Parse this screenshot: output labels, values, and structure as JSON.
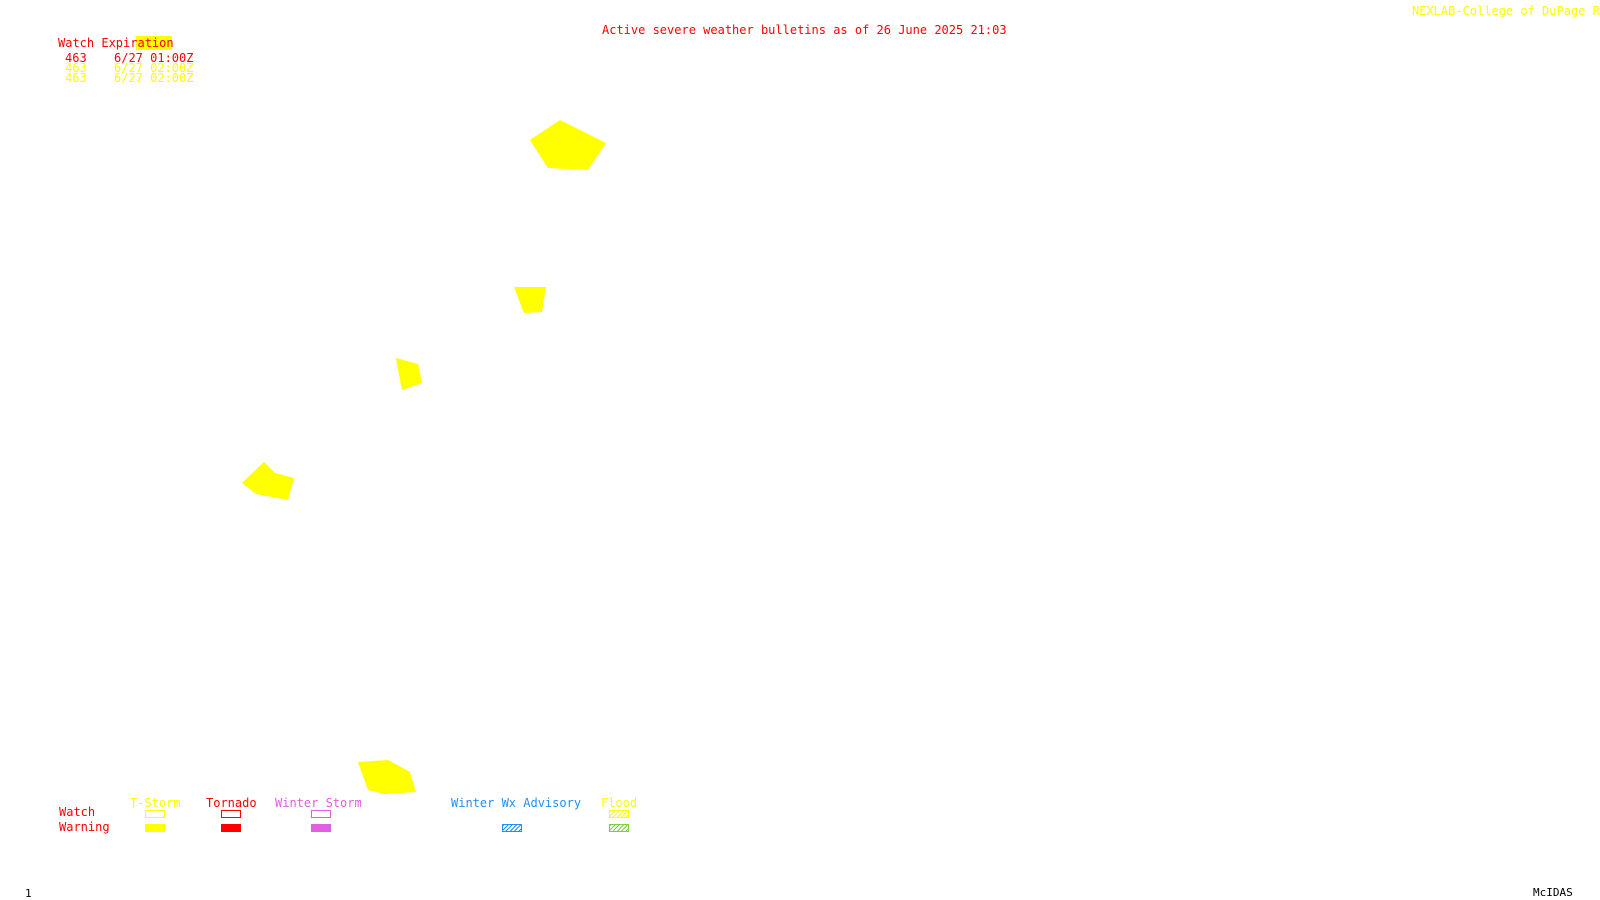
{
  "header": {
    "title": "Active severe weather bulletins as of 26 June 2025 21:03",
    "credit": "NEXLAB-College of DuPage R",
    "title_color": "#ff0000",
    "credit_color": "#ffff00"
  },
  "watch_table": {
    "heading": "Watch Expiration",
    "rows": [
      {
        "number": "463",
        "expires": "6/27 01:00Z",
        "color": "#ff0000"
      },
      {
        "number": "463",
        "expires": "6/27 02:00Z",
        "color": "#ffff00"
      },
      {
        "number": "463",
        "expires": "6/27 02:00Z",
        "color": "#ffff00"
      }
    ]
  },
  "warnings": [
    {
      "type": "T-Storm Warning",
      "color": "#ffff00"
    },
    {
      "type": "T-Storm Warning",
      "color": "#ffff00"
    },
    {
      "type": "T-Storm Warning",
      "color": "#ffff00"
    },
    {
      "type": "T-Storm Warning",
      "color": "#ffff00"
    },
    {
      "type": "T-Storm Warning",
      "color": "#ffff00"
    }
  ],
  "legend": {
    "row_labels": {
      "watch": "Watch",
      "warning": "Warning"
    },
    "categories": [
      {
        "name": "T-Storm",
        "color": "#ffff00",
        "warning_style": "solid"
      },
      {
        "name": "Tornado",
        "color": "#ff0000",
        "warning_style": "solid"
      },
      {
        "name": "Winter Storm",
        "color": "#e060e0",
        "warning_style": "solid"
      },
      {
        "name": "Winter Wx Advisory",
        "color": "#1e90ff",
        "warning_style": "hatched"
      },
      {
        "name": "Flood",
        "color": "#ffff00",
        "warning_style": "hatched",
        "warning_color": "#7fd040"
      }
    ]
  },
  "footer": {
    "frame_number": "1",
    "software": "McIDAS"
  }
}
